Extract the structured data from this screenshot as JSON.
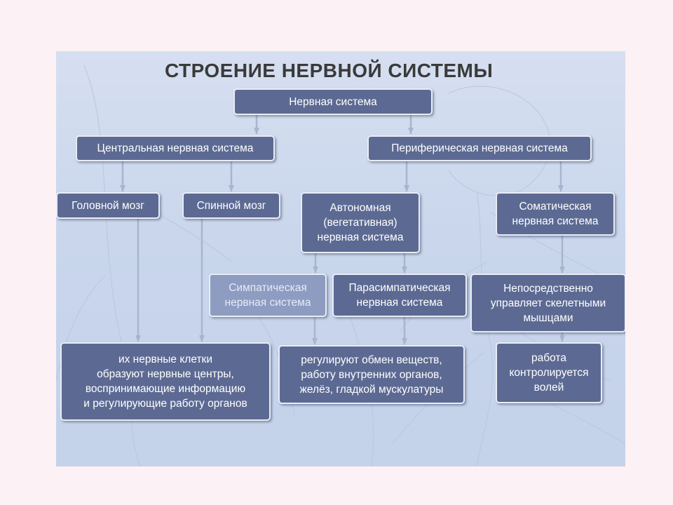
{
  "title": "СТРОЕНИЕ НЕРВНОЙ СИСТЕМЫ",
  "nodes": {
    "root": "Нервная система",
    "cns": "Центральная нервная система",
    "pns": "Периферическая нервная система",
    "brain": "Головной мозг",
    "spinal": "Спинной мозг",
    "autonomic": "Автономная\n(вегетативная)\nнервная система",
    "somatic": "Соматическая\nнервная система",
    "sympathetic": "Симпатическая\nнервная система",
    "parasympathetic": "Парасимпатическая\nнервная система",
    "skeletal": "Непосредственно\nуправляет скелетными\nмышцами",
    "cns_desc": "их нервные клетки\nобразуют нервные центры,\nвоспринимающие информацию\nи регулирующие работу органов",
    "auto_desc": "регулируют обмен веществ,\nработу внутренних органов,\nжелёз, гладкой мускулатуры",
    "will_desc": "работа\nконтролируется\nволей"
  },
  "colors": {
    "box": "#5c6a93",
    "box_faded": "#8e9cc2",
    "arrow": "#a9b5cf",
    "slide_bg": "#c9d6ec",
    "page_bg": "#fcf1f4"
  }
}
